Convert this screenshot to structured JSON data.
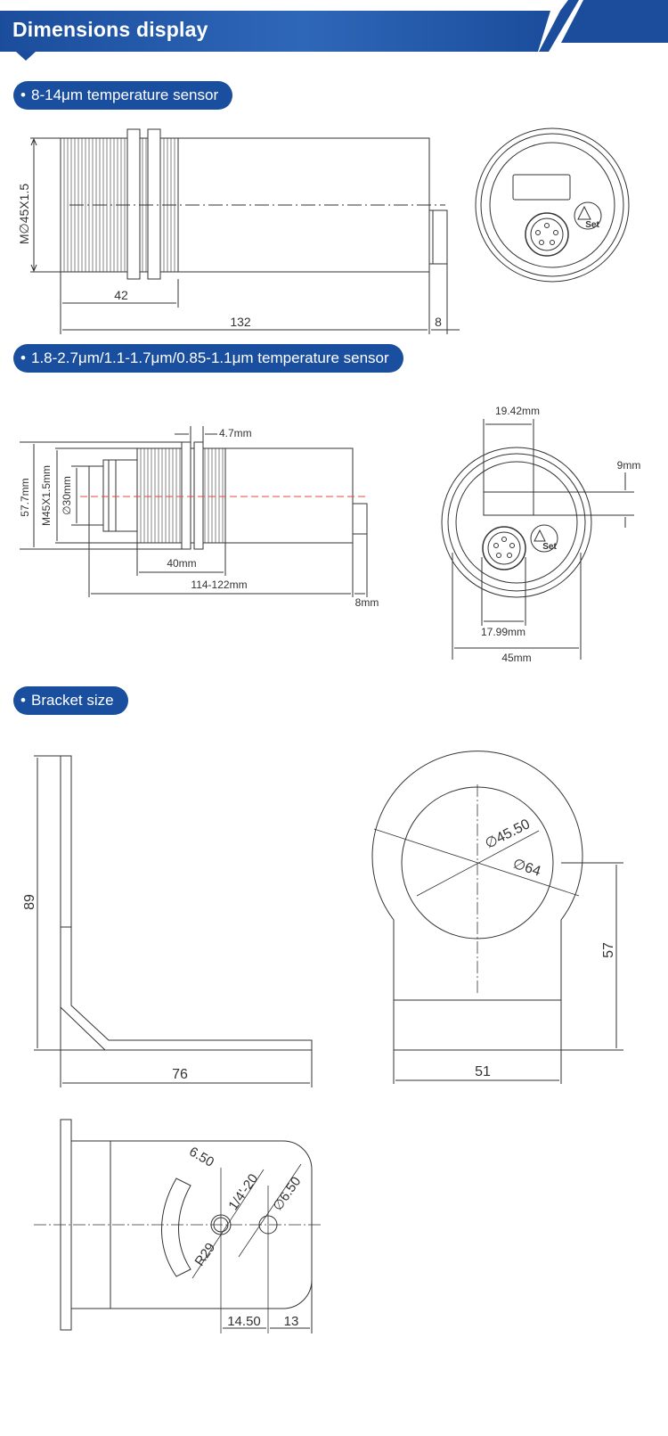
{
  "header": {
    "title": "Dimensions display"
  },
  "sections": [
    {
      "label": "8-14μm temperature sensor"
    },
    {
      "label": "1.8-2.7μm/1.1-1.7μm/0.85-1.1μm temperature sensor"
    },
    {
      "label": "Bracket size"
    }
  ],
  "sensor1": {
    "thread_label": "M∅45X1.5",
    "dim_thread_length": "42",
    "dim_body_length": "132",
    "dim_connector": "8",
    "set_label": "Set"
  },
  "sensor2": {
    "dim_ring": "4.7mm",
    "dim_outer": "57.7mm",
    "dim_thread": "M45X1.5mm",
    "dim_lens": "∅30mm",
    "dim_thread_length": "40mm",
    "dim_body_length": "114-122mm",
    "dim_connector": "8mm",
    "dim_display_width": "19.42mm",
    "dim_display_height": "9mm",
    "dim_connector_offset": "17.99mm",
    "dim_diameter": "45mm",
    "set_label": "Set"
  },
  "bracket": {
    "dim_height": "89",
    "dim_length": "76",
    "dim_inner_diameter": "∅45.50",
    "dim_outer_diameter": "∅64",
    "dim_center_height": "57",
    "dim_width": "51",
    "dim_slot_width": "6.50",
    "dim_thread_hole": "1/4'-20",
    "dim_hole": "∅6.50",
    "dim_slot_radius": "R29",
    "dim_offset_1": "14.50",
    "dim_offset_2": "13"
  }
}
